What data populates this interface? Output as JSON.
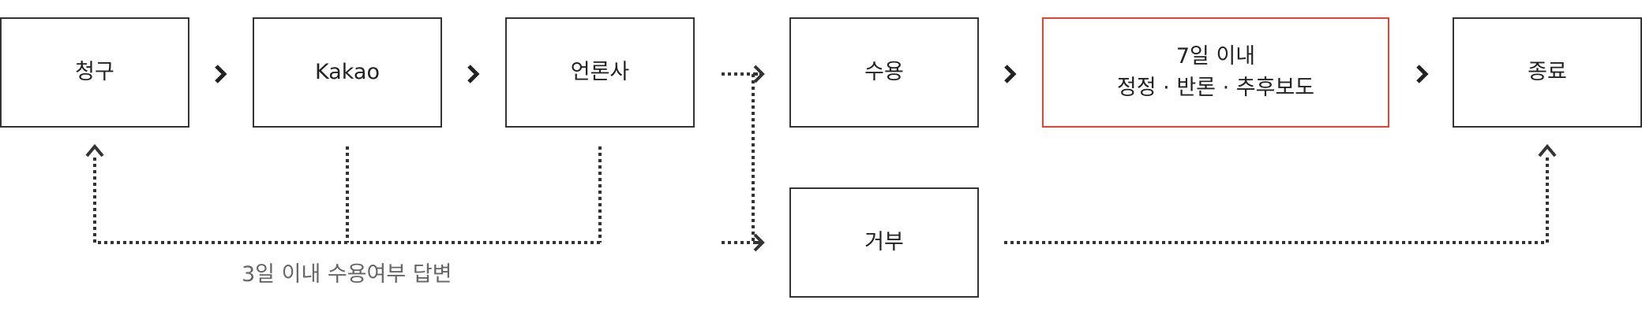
{
  "steps": {
    "request": "청구",
    "kakao": "Kakao",
    "press": "언론사",
    "accept": "수용",
    "correction_line1": "7일 이내",
    "correction_line2": "정정 · 반론 · 추후보도",
    "end": "종료",
    "reject": "거부"
  },
  "caption": "3일 이내 수용여부 답변",
  "colors": {
    "highlight": "#e8432d",
    "line": "#333333",
    "caption": "#666666"
  }
}
